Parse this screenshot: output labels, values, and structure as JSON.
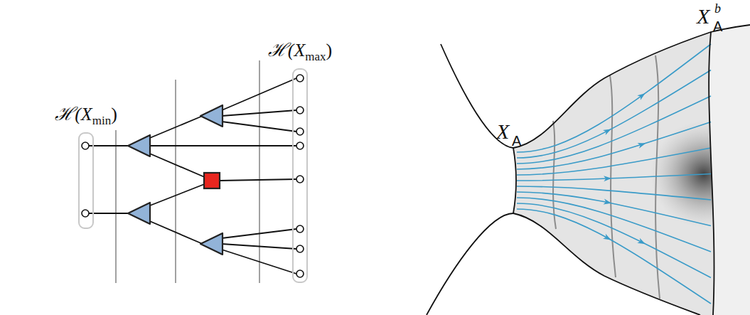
{
  "diagram": {
    "nodes": [
      {
        "text": [
          "ℋ(X",
          "min",
          ")"
        ]
      },
      {
        "text": [
          "ℋ(X",
          "max",
          ")"
        ]
      }
    ],
    "labels": [
      "X",
      "A",
      "X",
      "A",
      "b"
    ]
  }
}
